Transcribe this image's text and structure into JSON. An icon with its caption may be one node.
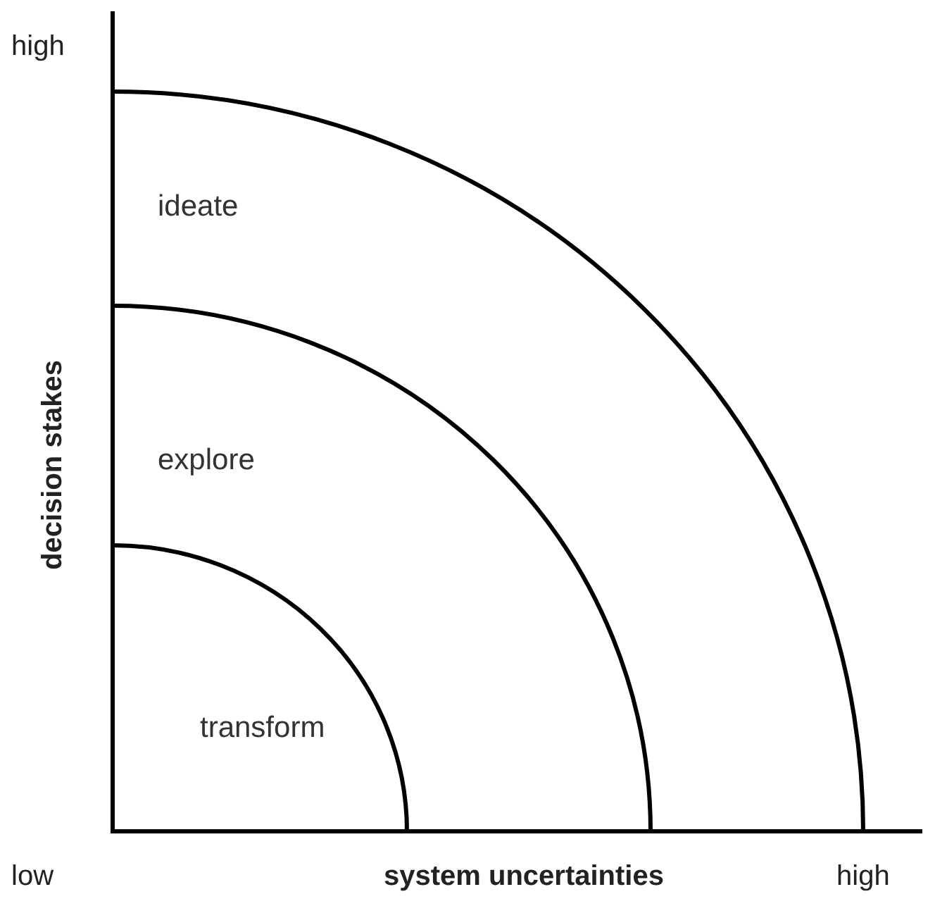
{
  "diagram": {
    "nodes": [
      {
        "text": [
          "ideate"
        ]
      },
      {
        "text": [
          "explore"
        ],
        "in": 0
      },
      {
        "text": [
          "transform"
        ],
        "in": 1
      }
    ],
    "labels": [
      "high",
      "decision stakes",
      "low",
      "system uncertainties",
      "high"
    ]
  }
}
